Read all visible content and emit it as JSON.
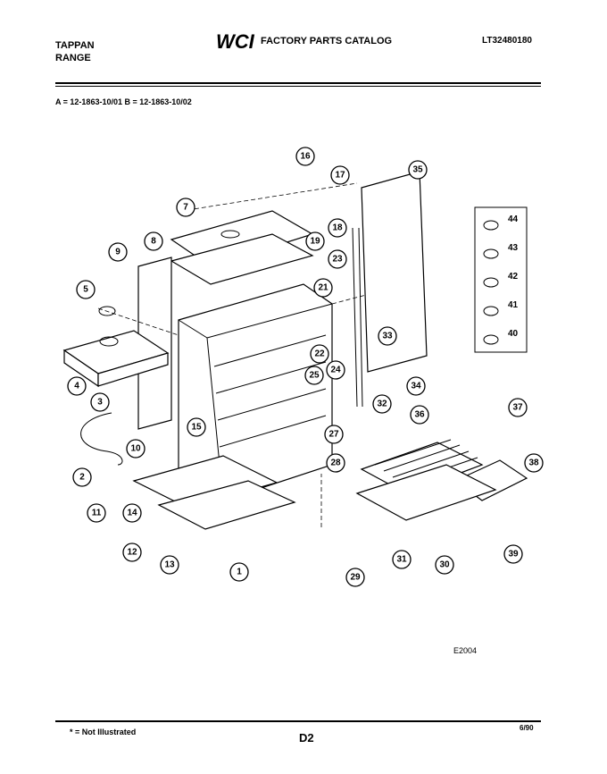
{
  "header": {
    "brand_line1": "TAPPAN",
    "brand_line2": "RANGE",
    "logo_text": "WCI",
    "catalog_title": "FACTORY PARTS CATALOG",
    "document_number": "LT32480180"
  },
  "models": "A = 12-1863-10/01     B = 12-1863-10/02",
  "callouts": [
    "1",
    "2",
    "3",
    "4",
    "5",
    "7",
    "8",
    "9",
    "10",
    "11",
    "12",
    "13",
    "14",
    "15",
    "16",
    "17",
    "18",
    "19",
    "21",
    "22",
    "23",
    "24",
    "25",
    "27",
    "28",
    "29",
    "30",
    "31",
    "32",
    "33",
    "34",
    "35",
    "36",
    "37",
    "38",
    "39"
  ],
  "legend_items": [
    "44",
    "43",
    "42",
    "41",
    "40"
  ],
  "figure_code": "E2004",
  "footer": {
    "footnote": "* = Not Illustrated",
    "page": "D2",
    "date": "6/90"
  }
}
